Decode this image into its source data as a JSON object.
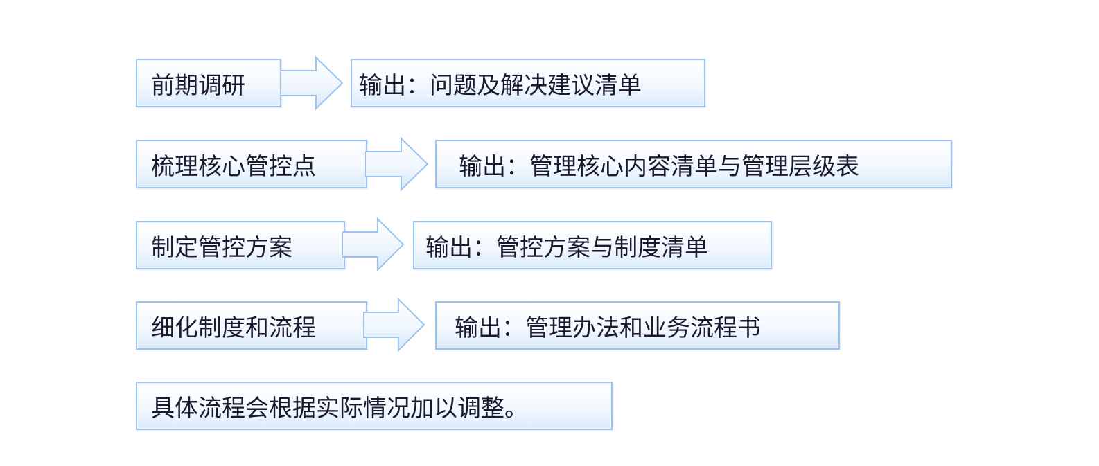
{
  "steps": [
    {
      "label": "前期调研",
      "output": "输出：问题及解决建议清单"
    },
    {
      "label": "梳理核心管控点",
      "output": "输出：管理核心内容清单与管理层级表"
    },
    {
      "label": "制定管控方案",
      "output": "输出：管控方案与制度清单"
    },
    {
      "label": "细化制度和流程",
      "output": "输出：管理办法和业务流程书"
    }
  ],
  "note": "具体流程会根据实际情况加以调整。",
  "colors": {
    "border": "#9cc3ee",
    "fill_top": "#ffffff",
    "fill_bottom": "#dcebfb",
    "text": "#1a1a2e"
  }
}
